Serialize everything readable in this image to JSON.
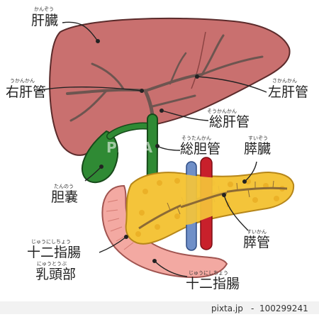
{
  "labels": {
    "liver": {
      "text": "肝臓",
      "ruby": "かんぞう"
    },
    "right_hepatic_duct": {
      "text": "右肝管",
      "ruby": "うかんかん"
    },
    "left_hepatic_duct": {
      "text": "左肝管",
      "ruby": "さかんかん"
    },
    "common_hepatic_duct": {
      "text": "総肝管",
      "ruby": "そうかんかん"
    },
    "common_bile_duct": {
      "text": "総胆管",
      "ruby": "そうたんかん"
    },
    "pancreas": {
      "text": "膵臓",
      "ruby": "すいぞう"
    },
    "gallbladder": {
      "text": "胆嚢",
      "ruby": "たんのう"
    },
    "pancreatic_duct": {
      "text": "膵管",
      "ruby": "すいかん"
    },
    "duodenal_papilla": {
      "text_line1": "十二指腸",
      "text_line2": "乳頭部",
      "ruby_line1": "じゅうにしちょう",
      "ruby_line2": "にゅうとうぶ"
    },
    "duodenum": {
      "text": "十二指腸",
      "ruby": "じゅうにしちょう"
    }
  },
  "watermark": {
    "site": "pixta.jp",
    "separator": "-",
    "id": "100299241",
    "mark": "PIXTA"
  },
  "colors": {
    "liver": "#c9706f",
    "bile_duct": "#2f8a34",
    "pancreas": "#f4c43a",
    "duodenum": "#f3a9a2",
    "artery": "#c8202b",
    "vein": "#6f8fc8"
  }
}
